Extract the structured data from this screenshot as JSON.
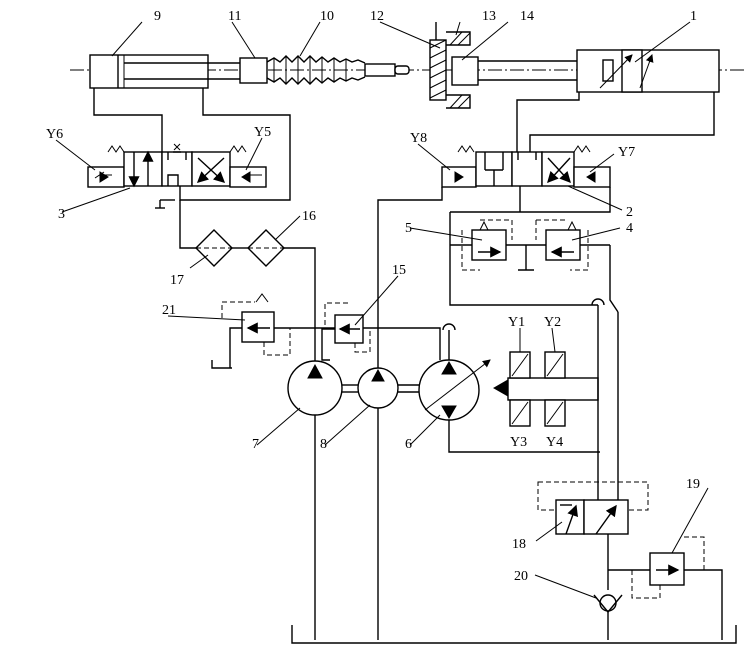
{
  "labels": {
    "n1": "1",
    "n2": "2",
    "n3": "3",
    "n4": "4",
    "n5": "5",
    "n6": "6",
    "n7": "7",
    "n8": "8",
    "n9": "9",
    "n10": "10",
    "n11": "11",
    "n12": "12",
    "n13": "13",
    "n14": "14",
    "n15": "15",
    "n16": "16",
    "n17": "17",
    "n18": "18",
    "n19": "19",
    "n20": "20",
    "n21": "21",
    "Y1": "Y1",
    "Y2": "Y2",
    "Y3": "Y3",
    "Y4": "Y4",
    "Y5": "Y5",
    "Y6": "Y6",
    "Y7": "Y7",
    "Y8": "Y8"
  }
}
